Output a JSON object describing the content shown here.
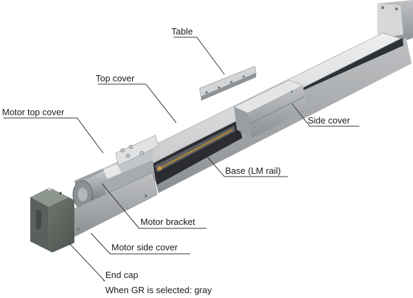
{
  "labels": {
    "table": "Table",
    "top_cover": "Top cover",
    "motor_top_cover": "Motor top cover",
    "side_cover": "Side cover",
    "base": "Base (LM rail)",
    "motor_bracket": "Motor bracket",
    "motor_side_cover": "Motor side cover",
    "end_cap": "End cap",
    "end_cap_note": "When GR is selected: gray"
  }
}
